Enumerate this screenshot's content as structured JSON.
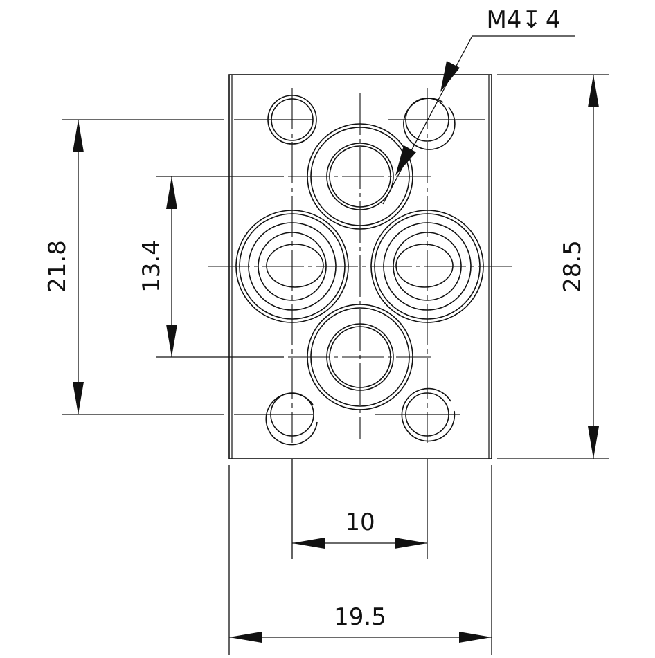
{
  "drawing": {
    "units": "mm",
    "thread_note": {
      "thread": "M4",
      "depth_symbol": "↧",
      "depth": "4"
    },
    "dimensions": {
      "overall_width": "19.5",
      "overall_height": "28.5",
      "mounting_hole_pitch_vertical": "21.8",
      "port_pitch_vertical": "13.4",
      "port_pitch_horizontal": "10"
    }
  }
}
